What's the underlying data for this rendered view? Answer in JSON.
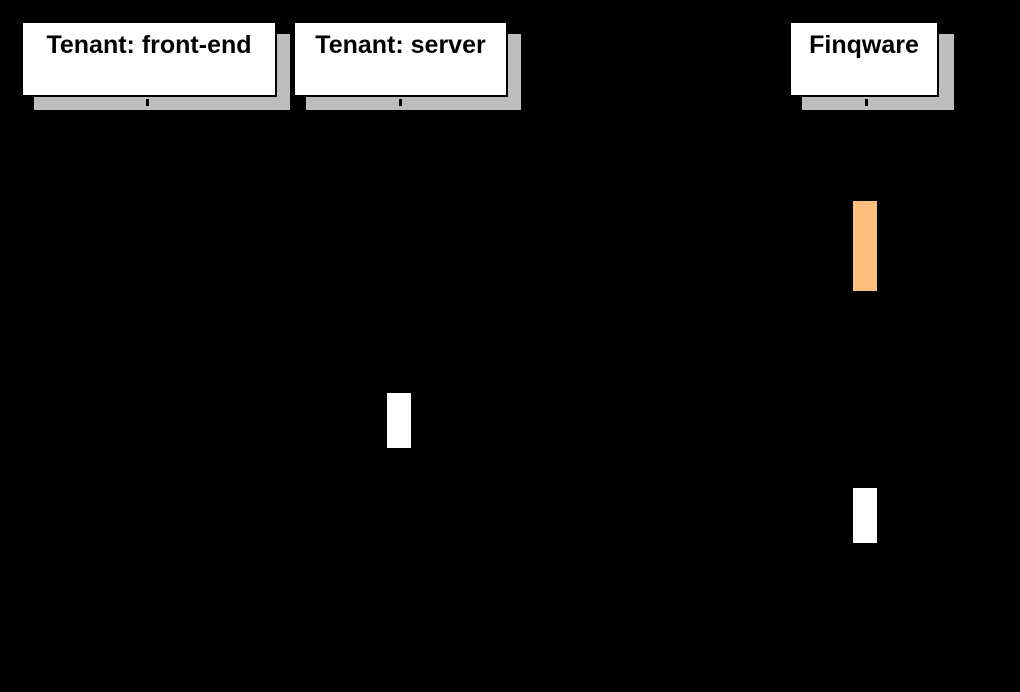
{
  "diagram_type": "sequence",
  "participants": [
    {
      "label": "Tenant: front-end"
    },
    {
      "label": "Tenant: server"
    },
    {
      "label": "Finqware"
    }
  ],
  "activations": [
    {
      "participant": "Tenant: server",
      "fill": "#FFFFFF"
    },
    {
      "participant": "Finqware",
      "fill": "#FFBE7D"
    },
    {
      "participant": "Finqware",
      "fill": "#FFFFFF"
    }
  ],
  "colors": {
    "background": "#000000",
    "participant_fill": "#FFFFFF",
    "participant_text": "#000000",
    "shadow": "#BDBDBD",
    "line": "#000000",
    "activation_orange": "#FFBE7D",
    "activation_white": "#FFFFFF"
  }
}
